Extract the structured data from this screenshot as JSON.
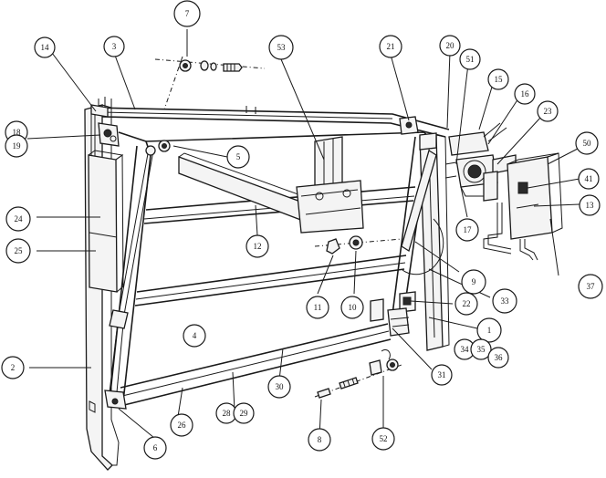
{
  "labels": [
    {
      "id": "7",
      "text": "7"
    },
    {
      "id": "53",
      "text": "53"
    },
    {
      "id": "21",
      "text": "21"
    },
    {
      "id": "20",
      "text": "20"
    },
    {
      "id": "51",
      "text": "51"
    },
    {
      "id": "15",
      "text": "15"
    },
    {
      "id": "16",
      "text": "16"
    },
    {
      "id": "23",
      "text": "23"
    },
    {
      "id": "50",
      "text": "50"
    },
    {
      "id": "41",
      "text": "41"
    },
    {
      "id": "13",
      "text": "13"
    },
    {
      "id": "14",
      "text": "14"
    },
    {
      "id": "3",
      "text": "3"
    },
    {
      "id": "18",
      "text": "18"
    },
    {
      "id": "19",
      "text": "19"
    },
    {
      "id": "5",
      "text": "5"
    },
    {
      "id": "24",
      "text": "24"
    },
    {
      "id": "25",
      "text": "25"
    },
    {
      "id": "12",
      "text": "12"
    },
    {
      "id": "17",
      "text": "17"
    },
    {
      "id": "9",
      "text": "9"
    },
    {
      "id": "37",
      "text": "37"
    },
    {
      "id": "11",
      "text": "11"
    },
    {
      "id": "10",
      "text": "10"
    },
    {
      "id": "33",
      "text": "33"
    },
    {
      "id": "22",
      "text": "22"
    },
    {
      "id": "1",
      "text": "1"
    },
    {
      "id": "4",
      "text": "4"
    },
    {
      "id": "34",
      "text": "34"
    },
    {
      "id": "35",
      "text": "35"
    },
    {
      "id": "36",
      "text": "36"
    },
    {
      "id": "2",
      "text": "2"
    },
    {
      "id": "31",
      "text": "31"
    },
    {
      "id": "30",
      "text": "30"
    },
    {
      "id": "26",
      "text": "26"
    },
    {
      "id": "28",
      "text": "28"
    },
    {
      "id": "29",
      "text": "29"
    },
    {
      "id": "6",
      "text": "6"
    },
    {
      "id": "8",
      "text": "8"
    },
    {
      "id": "52",
      "text": "52"
    }
  ]
}
